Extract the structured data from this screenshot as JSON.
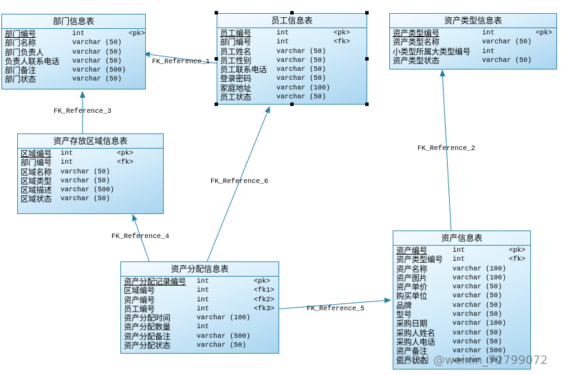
{
  "entities": {
    "dept": {
      "title": "部门信息表",
      "rows": [
        {
          "name": "部门编号",
          "type": "int",
          "key": "<pk>",
          "pk": true
        },
        {
          "name": "部门名称",
          "type": "varchar (50)",
          "key": ""
        },
        {
          "name": "部门负责人",
          "type": "varchar (50)",
          "key": ""
        },
        {
          "name": "负责人联系电话",
          "type": "varchar (50)",
          "key": ""
        },
        {
          "name": "部门备注",
          "type": "varchar (500)",
          "key": ""
        },
        {
          "name": "部门状态",
          "type": "varchar (50)",
          "key": ""
        }
      ]
    },
    "employee": {
      "title": "员工信息表",
      "rows": [
        {
          "name": "员工编号",
          "type": "int",
          "key": "<pk>",
          "pk": true
        },
        {
          "name": "部门编号",
          "type": "int",
          "key": "<fk>"
        },
        {
          "name": "员工姓名",
          "type": "varchar (50)",
          "key": ""
        },
        {
          "name": "员工性别",
          "type": "varchar (50)",
          "key": ""
        },
        {
          "name": "员工联系电话",
          "type": "varchar (50)",
          "key": ""
        },
        {
          "name": "登录密码",
          "type": "varchar (50)",
          "key": ""
        },
        {
          "name": "家庭地址",
          "type": "varchar (100)",
          "key": ""
        },
        {
          "name": "员工状态",
          "type": "varchar (50)",
          "key": ""
        }
      ]
    },
    "asset_type": {
      "title": "资产类型信息表",
      "rows": [
        {
          "name": "资产类型编号",
          "type": "int",
          "key": "<pk>",
          "pk": true
        },
        {
          "name": "资产类型名称",
          "type": "varchar (50)",
          "key": ""
        },
        {
          "name": "小类型所属大类型编号",
          "type": "int",
          "key": ""
        },
        {
          "name": "资产类型状态",
          "type": "varchar (50)",
          "key": ""
        }
      ]
    },
    "area": {
      "title": "资产存放区域信息表",
      "rows": [
        {
          "name": "区域编号",
          "type": "int",
          "key": "<pk>",
          "pk": true
        },
        {
          "name": "部门编号",
          "type": "int",
          "key": "<fk>"
        },
        {
          "name": "区域名称",
          "type": "varchar (50)",
          "key": ""
        },
        {
          "name": "区域类型",
          "type": "varchar (50)",
          "key": ""
        },
        {
          "name": "区域描述",
          "type": "varchar (500)",
          "key": ""
        },
        {
          "name": "区域状态",
          "type": "varchar (50)",
          "key": ""
        }
      ]
    },
    "allocation": {
      "title": "资产分配信息表",
      "rows": [
        {
          "name": "资产分配记录编号",
          "type": "int",
          "key": "<pk>",
          "pk": true
        },
        {
          "name": "区域编号",
          "type": "int",
          "key": "<fk1>"
        },
        {
          "name": "资产编号",
          "type": "int",
          "key": "<fk2>"
        },
        {
          "name": "员工编号",
          "type": "int",
          "key": "<fk3>"
        },
        {
          "name": "资产分配时间",
          "type": "varchar (100)",
          "key": ""
        },
        {
          "name": "资产分配数量",
          "type": "int",
          "key": ""
        },
        {
          "name": "资产分配备注",
          "type": "varchar (500)",
          "key": ""
        },
        {
          "name": "资产分配状态",
          "type": "varchar (50)",
          "key": ""
        }
      ]
    },
    "asset": {
      "title": "资产信息表",
      "rows": [
        {
          "name": "资产编号",
          "type": "int",
          "key": "<pk>",
          "pk": true
        },
        {
          "name": "资产类型编号",
          "type": "int",
          "key": "<fk>"
        },
        {
          "name": "资产名称",
          "type": "varchar (100)",
          "key": ""
        },
        {
          "name": "资产图片",
          "type": "varchar (100)",
          "key": ""
        },
        {
          "name": "资产单价",
          "type": "varchar (50)",
          "key": ""
        },
        {
          "name": "购买单位",
          "type": "varchar (50)",
          "key": ""
        },
        {
          "name": "品牌",
          "type": "varchar (50)",
          "key": ""
        },
        {
          "name": "型号",
          "type": "varchar (50)",
          "key": ""
        },
        {
          "name": "采购日期",
          "type": "varchar (100)",
          "key": ""
        },
        {
          "name": "采购人姓名",
          "type": "varchar (50)",
          "key": ""
        },
        {
          "name": "采购人电话",
          "type": "varchar (50)",
          "key": ""
        },
        {
          "name": "资产备注",
          "type": "varchar (500)",
          "key": ""
        },
        {
          "name": "资产状态",
          "type": "varchar (50)",
          "key": ""
        }
      ]
    }
  },
  "references": {
    "fk1": "FK_Reference_1",
    "fk2": "FK_Reference_2",
    "fk3": "FK_Reference_3",
    "fk4": "FK_Reference_4",
    "fk5": "FK_Reference_5",
    "fk6": "FK_Reference_6"
  },
  "watermark": "CSDN @weixin_72799072",
  "colors": {
    "line": "#1f7fae",
    "border": "#2f86ad",
    "fill_light": "#f4fbff",
    "fill_dark": "#a9d5f0"
  }
}
